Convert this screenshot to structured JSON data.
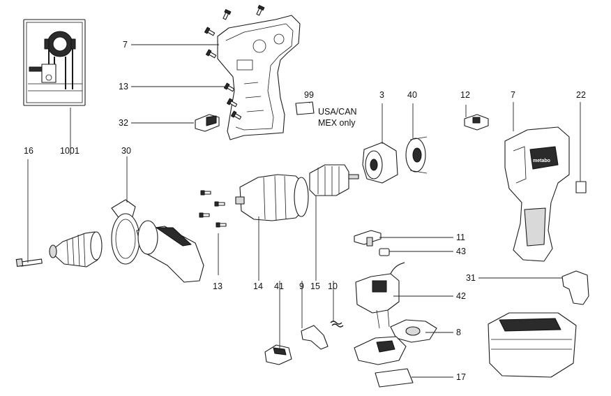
{
  "labels": {
    "p7_top": "7",
    "p13_top": "13",
    "p32": "32",
    "p16": "16",
    "p1001": "1001",
    "p30": "30",
    "p99": "99",
    "note_line1": "USA/CAN",
    "note_line2": "MEX only",
    "p3": "3",
    "p40": "40",
    "p12": "12",
    "p7_right": "7",
    "p22": "22",
    "p11": "11",
    "p43": "43",
    "p13_bottom": "13",
    "p14": "14",
    "p41": "41",
    "p9": "9",
    "p15": "15",
    "p10": "10",
    "p42": "42",
    "p31": "31",
    "p8": "8",
    "p17": "17"
  },
  "branding": {
    "housing_logo": "metabo"
  }
}
